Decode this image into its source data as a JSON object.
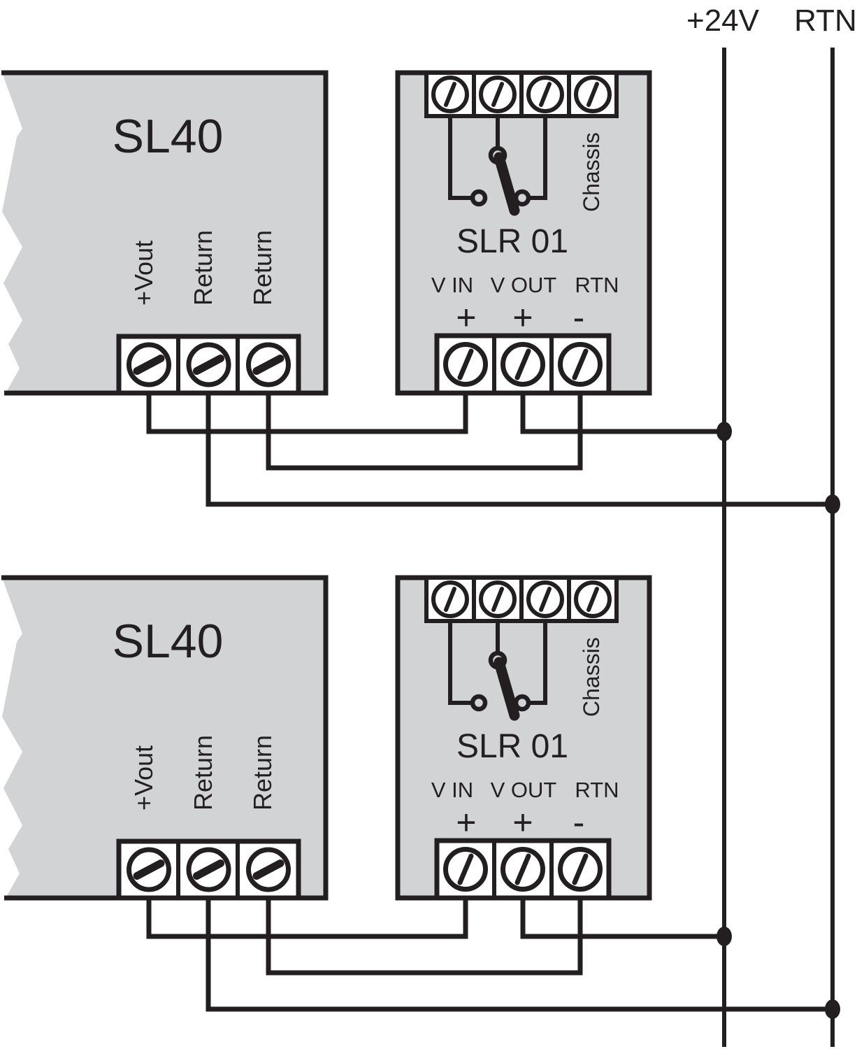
{
  "buses": {
    "plus24": {
      "label": "+24V"
    },
    "rtn": {
      "label": "RTN"
    }
  },
  "units": [
    {
      "sl40": {
        "title": "SL40",
        "terminals": [
          "+Vout",
          "Return",
          "Return"
        ]
      },
      "slr01": {
        "title": "SLR 01",
        "chassis_label": "Chassis",
        "terminal_labels": [
          "V IN",
          "V OUT",
          "RTN"
        ],
        "polarity_labels": [
          "+",
          "+",
          "-"
        ]
      },
      "connections": [
        "SL40 +Vout to SLR 01 V IN (+)",
        "SLR 01 V OUT (+) to +24V bus (junction)",
        "SL40 Return to SLR 01 RTN (-)",
        "SL40 Return to RTN bus (junction)"
      ]
    },
    {
      "sl40": {
        "title": "SL40",
        "terminals": [
          "+Vout",
          "Return",
          "Return"
        ]
      },
      "slr01": {
        "title": "SLR 01",
        "chassis_label": "Chassis",
        "terminal_labels": [
          "V IN",
          "V OUT",
          "RTN"
        ],
        "polarity_labels": [
          "+",
          "+",
          "-"
        ]
      },
      "connections": [
        "SL40 +Vout to SLR 01 V IN (+)",
        "SLR 01 V OUT (+) to +24V bus (junction)",
        "SL40 Return to SLR 01 RTN (-)",
        "SL40 Return to RTN bus (junction)"
      ]
    }
  ],
  "colors": {
    "line": "#231f20",
    "module_fill": "#d1d3d4",
    "terminal_fill": "#ffffff",
    "background": "#ffffff"
  }
}
